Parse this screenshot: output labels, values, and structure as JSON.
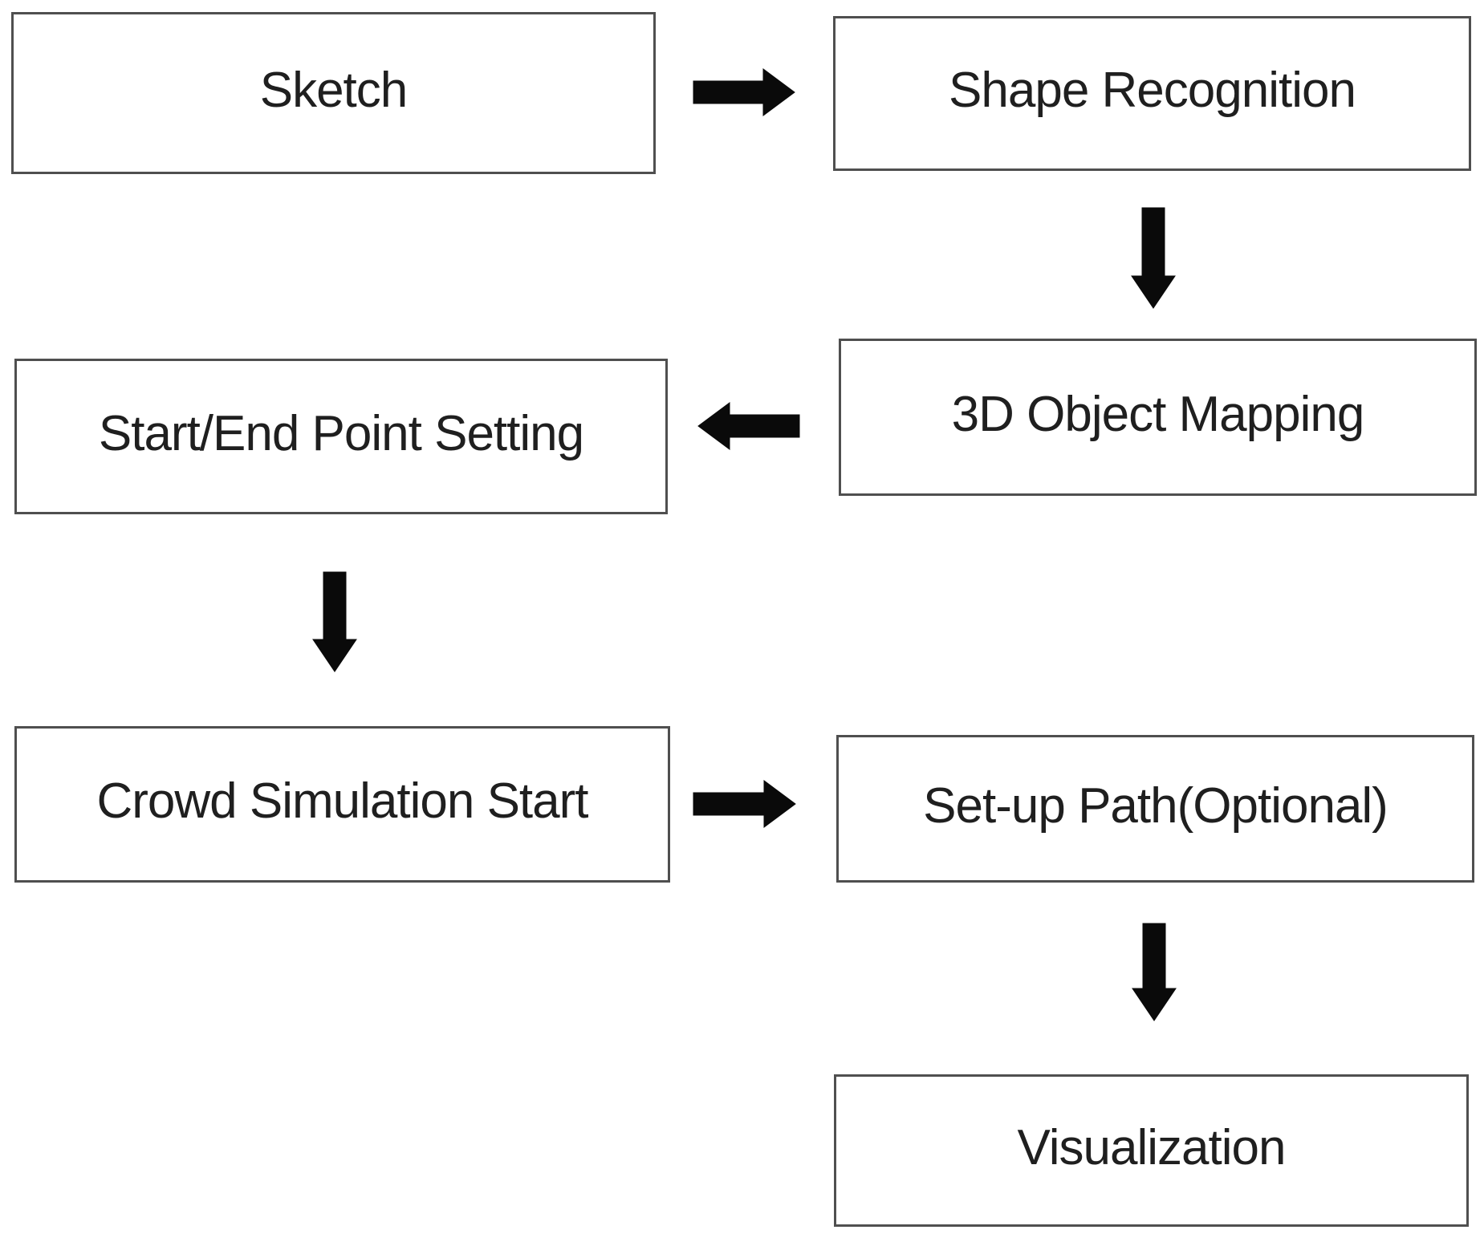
{
  "diagram": {
    "type": "flowchart",
    "background_color": "#ffffff",
    "node_border_color": "#4f4f4f",
    "node_fill_color": "#ffffff",
    "text_color": "#1f1f1f",
    "arrow_color": "#0a0a0a",
    "nodes": [
      {
        "id": "sketch",
        "label": "Sketch"
      },
      {
        "id": "shape-recognition",
        "label": "Shape Recognition"
      },
      {
        "id": "3d-object-mapping",
        "label": "3D Object Mapping"
      },
      {
        "id": "start-end-point-setting",
        "label": "Start/End Point Setting"
      },
      {
        "id": "crowd-simulation-start",
        "label": "Crowd Simulation Start"
      },
      {
        "id": "set-up-path",
        "label": "Set-up Path(Optional)"
      },
      {
        "id": "visualization",
        "label": "Visualization"
      }
    ],
    "edges": [
      {
        "from": "sketch",
        "to": "shape-recognition",
        "direction": "right"
      },
      {
        "from": "shape-recognition",
        "to": "3d-object-mapping",
        "direction": "down"
      },
      {
        "from": "3d-object-mapping",
        "to": "start-end-point-setting",
        "direction": "left"
      },
      {
        "from": "start-end-point-setting",
        "to": "crowd-simulation-start",
        "direction": "down"
      },
      {
        "from": "crowd-simulation-start",
        "to": "set-up-path",
        "direction": "right"
      },
      {
        "from": "set-up-path",
        "to": "visualization",
        "direction": "down"
      }
    ]
  }
}
